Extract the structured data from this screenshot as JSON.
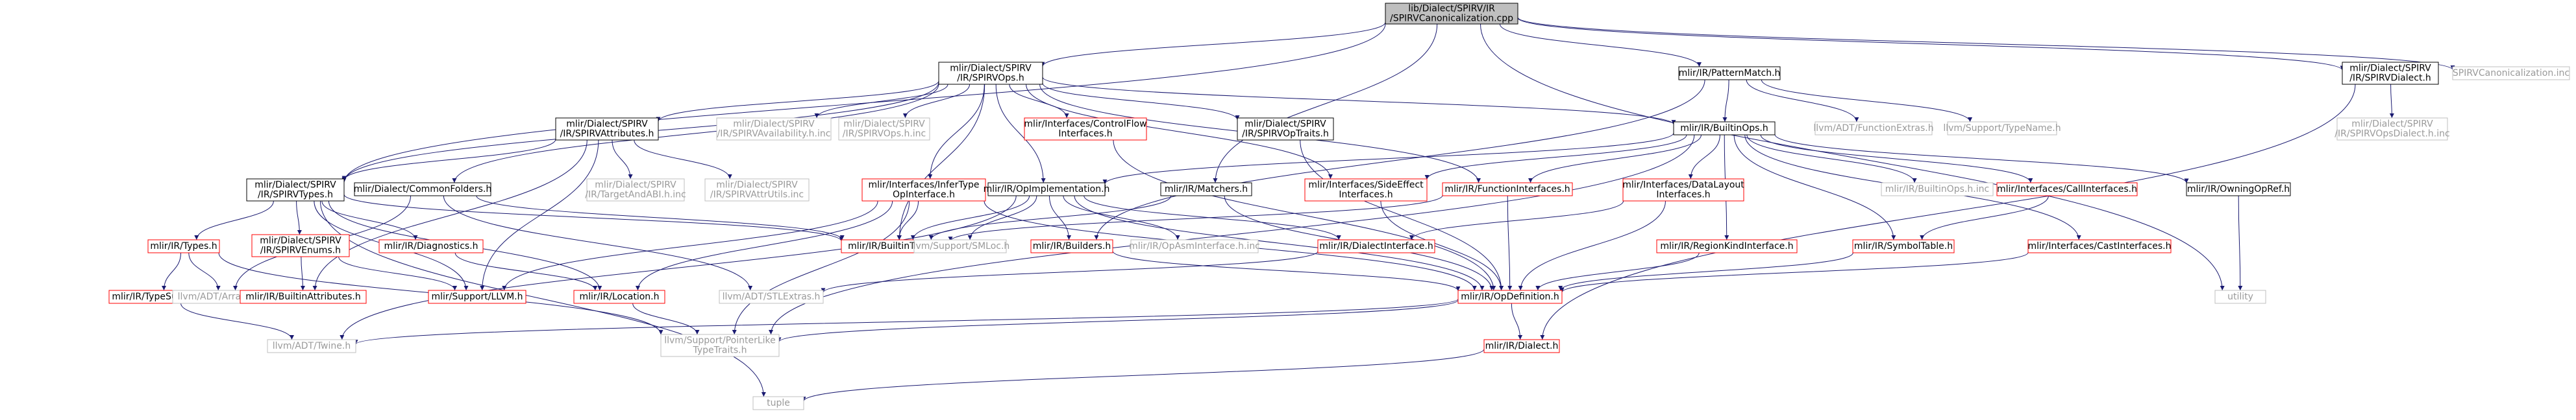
{
  "colors": {
    "edge": "#191970",
    "border_normal": "#000000",
    "border_expanded": "#ff0000",
    "border_external": "#bfbfbf",
    "fill_normal": "#ffffff",
    "fill_root": "#bfbfbf",
    "text_normal": "#000000",
    "text_external": "#9a9a9a"
  },
  "nodes": [
    {
      "id": "root",
      "lines": [
        "lib/Dialect/SPIRV/IR",
        "/SPIRVCanonicalization.cpp"
      ],
      "kind": "root"
    },
    {
      "id": "spirvops",
      "lines": [
        "mlir/Dialect/SPIRV",
        "/IR/SPIRVOps.h"
      ],
      "kind": "normal"
    },
    {
      "id": "patternmatch",
      "lines": [
        "mlir/IR/PatternMatch.h"
      ],
      "kind": "normal"
    },
    {
      "id": "spirvdialect",
      "lines": [
        "mlir/Dialect/SPIRV",
        "/IR/SPIRVDialect.h"
      ],
      "kind": "normal"
    },
    {
      "id": "spirvcanoninc",
      "lines": [
        "SPIRVCanonicalization.inc"
      ],
      "kind": "external"
    },
    {
      "id": "spirvattrs",
      "lines": [
        "mlir/Dialect/SPIRV",
        "/IR/SPIRVAttributes.h"
      ],
      "kind": "normal"
    },
    {
      "id": "spirvavail",
      "lines": [
        "mlir/Dialect/SPIRV",
        "/IR/SPIRVAvailability.h.inc"
      ],
      "kind": "external"
    },
    {
      "id": "spirvopsinc",
      "lines": [
        "mlir/Dialect/SPIRV",
        "/IR/SPIRVOps.h.inc"
      ],
      "kind": "external"
    },
    {
      "id": "ctrlflow",
      "lines": [
        "mlir/Interfaces/ControlFlow",
        "Interfaces.h"
      ],
      "kind": "expanded"
    },
    {
      "id": "spirvoptraits",
      "lines": [
        "mlir/Dialect/SPIRV",
        "/IR/SPIRVOpTraits.h"
      ],
      "kind": "normal"
    },
    {
      "id": "builtinops",
      "lines": [
        "mlir/IR/BuiltinOps.h"
      ],
      "kind": "normal"
    },
    {
      "id": "funcextras",
      "lines": [
        "llvm/ADT/FunctionExtras.h"
      ],
      "kind": "external"
    },
    {
      "id": "typename",
      "lines": [
        "llvm/Support/TypeName.h"
      ],
      "kind": "external"
    },
    {
      "id": "spirvopsdialectinc",
      "lines": [
        "mlir/Dialect/SPIRV",
        "/IR/SPIRVOpsDialect.h.inc"
      ],
      "kind": "external"
    },
    {
      "id": "spirvtypes",
      "lines": [
        "mlir/Dialect/SPIRV",
        "/IR/SPIRVTypes.h"
      ],
      "kind": "normal"
    },
    {
      "id": "commonfolders",
      "lines": [
        "mlir/Dialect/CommonFolders.h"
      ],
      "kind": "normal"
    },
    {
      "id": "targetabi",
      "lines": [
        "mlir/Dialect/SPIRV",
        "/IR/TargetAndABI.h.inc"
      ],
      "kind": "external"
    },
    {
      "id": "spirvattrutils",
      "lines": [
        "mlir/Dialect/SPIRV",
        "/IR/SPIRVAttrUtils.inc"
      ],
      "kind": "external"
    },
    {
      "id": "infertype",
      "lines": [
        "mlir/Interfaces/InferType",
        "OpInterface.h"
      ],
      "kind": "expanded"
    },
    {
      "id": "opimpl",
      "lines": [
        "mlir/IR/OpImplementation.h"
      ],
      "kind": "normal"
    },
    {
      "id": "matchers",
      "lines": [
        "mlir/IR/Matchers.h"
      ],
      "kind": "normal"
    },
    {
      "id": "sideeffect",
      "lines": [
        "mlir/Interfaces/SideEffect",
        "Interfaces.h"
      ],
      "kind": "expanded"
    },
    {
      "id": "funcinterfaces",
      "lines": [
        "mlir/IR/FunctionInterfaces.h"
      ],
      "kind": "expanded"
    },
    {
      "id": "datalayout",
      "lines": [
        "mlir/Interfaces/DataLayout",
        "Interfaces.h"
      ],
      "kind": "expanded"
    },
    {
      "id": "builtinopsinc",
      "lines": [
        "mlir/IR/BuiltinOps.h.inc"
      ],
      "kind": "external"
    },
    {
      "id": "callinterfaces",
      "lines": [
        "mlir/Interfaces/CallInterfaces.h"
      ],
      "kind": "expanded"
    },
    {
      "id": "owningopref",
      "lines": [
        "mlir/IR/OwningOpRef.h"
      ],
      "kind": "normal"
    },
    {
      "id": "types",
      "lines": [
        "mlir/IR/Types.h"
      ],
      "kind": "expanded"
    },
    {
      "id": "spirvenums",
      "lines": [
        "mlir/Dialect/SPIRV",
        "/IR/SPIRVEnums.h"
      ],
      "kind": "expanded"
    },
    {
      "id": "diagnostics",
      "lines": [
        "mlir/IR/Diagnostics.h"
      ],
      "kind": "expanded"
    },
    {
      "id": "builtintypes",
      "lines": [
        "mlir/IR/BuiltinTypes.h"
      ],
      "kind": "expanded"
    },
    {
      "id": "smloc",
      "lines": [
        "llvm/Support/SMLoc.h"
      ],
      "kind": "external"
    },
    {
      "id": "builders",
      "lines": [
        "mlir/IR/Builders.h"
      ],
      "kind": "expanded"
    },
    {
      "id": "opasminc",
      "lines": [
        "mlir/IR/OpAsmInterface.h.inc"
      ],
      "kind": "external"
    },
    {
      "id": "dialectinterface",
      "lines": [
        "mlir/IR/DialectInterface.h"
      ],
      "kind": "expanded"
    },
    {
      "id": "regionkind",
      "lines": [
        "mlir/IR/RegionKindInterface.h"
      ],
      "kind": "expanded"
    },
    {
      "id": "symboltable",
      "lines": [
        "mlir/IR/SymbolTable.h"
      ],
      "kind": "expanded"
    },
    {
      "id": "castinterfaces",
      "lines": [
        "mlir/Interfaces/CastInterfaces.h"
      ],
      "kind": "expanded"
    },
    {
      "id": "utility",
      "lines": [
        "utility"
      ],
      "kind": "external"
    },
    {
      "id": "typesupport",
      "lines": [
        "mlir/IR/TypeSupport.h"
      ],
      "kind": "expanded"
    },
    {
      "id": "arrayref",
      "lines": [
        "llvm/ADT/ArrayRef.h"
      ],
      "kind": "external"
    },
    {
      "id": "builtinattrs",
      "lines": [
        "mlir/IR/BuiltinAttributes.h"
      ],
      "kind": "expanded"
    },
    {
      "id": "supportllvm",
      "lines": [
        "mlir/Support/LLVM.h"
      ],
      "kind": "expanded"
    },
    {
      "id": "location",
      "lines": [
        "mlir/IR/Location.h"
      ],
      "kind": "expanded"
    },
    {
      "id": "stlextras",
      "lines": [
        "llvm/ADT/STLExtras.h"
      ],
      "kind": "external"
    },
    {
      "id": "opdefinition",
      "lines": [
        "mlir/IR/OpDefinition.h"
      ],
      "kind": "expanded"
    },
    {
      "id": "twine",
      "lines": [
        "llvm/ADT/Twine.h"
      ],
      "kind": "external"
    },
    {
      "id": "pointerlike",
      "lines": [
        "llvm/Support/PointerLike",
        "TypeTraits.h"
      ],
      "kind": "external"
    },
    {
      "id": "dialect",
      "lines": [
        "mlir/IR/Dialect.h"
      ],
      "kind": "expanded"
    },
    {
      "id": "tuple",
      "lines": [
        "tuple"
      ],
      "kind": "external"
    }
  ],
  "edges": [
    [
      "root",
      "spirvops"
    ],
    [
      "root",
      "patternmatch"
    ],
    [
      "root",
      "spirvdialect"
    ],
    [
      "root",
      "spirvcanoninc"
    ],
    [
      "root",
      "spirvtypes"
    ],
    [
      "root",
      "matchers"
    ],
    [
      "root",
      "utility"
    ],
    [
      "spirvops",
      "spirvattrs"
    ],
    [
      "spirvops",
      "spirvavail"
    ],
    [
      "spirvops",
      "spirvopsinc"
    ],
    [
      "spirvops",
      "ctrlflow"
    ],
    [
      "spirvops",
      "spirvoptraits"
    ],
    [
      "spirvops",
      "builtinops"
    ],
    [
      "spirvops",
      "spirvtypes"
    ],
    [
      "spirvops",
      "commonfolders"
    ],
    [
      "spirvops",
      "infertype"
    ],
    [
      "spirvops",
      "opimpl"
    ],
    [
      "spirvops",
      "sideeffect"
    ],
    [
      "spirvops",
      "funcinterfaces"
    ],
    [
      "spirvops",
      "builtintypes"
    ],
    [
      "patternmatch",
      "builtinops"
    ],
    [
      "patternmatch",
      "funcextras"
    ],
    [
      "patternmatch",
      "typename"
    ],
    [
      "patternmatch",
      "builders"
    ],
    [
      "spirvdialect",
      "spirvopsdialectinc"
    ],
    [
      "spirvdialect",
      "dialect"
    ],
    [
      "spirvattrs",
      "spirvtypes"
    ],
    [
      "spirvattrs",
      "targetabi"
    ],
    [
      "spirvattrs",
      "spirvattrutils"
    ],
    [
      "spirvattrs",
      "builtinattrs"
    ],
    [
      "spirvattrs",
      "supportllvm"
    ],
    [
      "ctrlflow",
      "opdefinition"
    ],
    [
      "spirvoptraits",
      "opdefinition"
    ],
    [
      "builtinops",
      "opimpl"
    ],
    [
      "builtinops",
      "sideeffect"
    ],
    [
      "builtinops",
      "funcinterfaces"
    ],
    [
      "builtinops",
      "datalayout"
    ],
    [
      "builtinops",
      "builtinopsinc"
    ],
    [
      "builtinops",
      "callinterfaces"
    ],
    [
      "builtinops",
      "owningopref"
    ],
    [
      "builtinops",
      "regionkind"
    ],
    [
      "builtinops",
      "symboltable"
    ],
    [
      "builtinops",
      "castinterfaces"
    ],
    [
      "builtinops",
      "pointerlike"
    ],
    [
      "spirvtypes",
      "types"
    ],
    [
      "spirvtypes",
      "spirvenums"
    ],
    [
      "spirvtypes",
      "diagnostics"
    ],
    [
      "spirvtypes",
      "builtintypes"
    ],
    [
      "spirvtypes",
      "location"
    ],
    [
      "spirvtypes",
      "tuple"
    ],
    [
      "spirvtypes",
      "supportllvm"
    ],
    [
      "commonfolders",
      "builtintypes"
    ],
    [
      "commonfolders",
      "arrayref"
    ],
    [
      "commonfolders",
      "stlextras"
    ],
    [
      "infertype",
      "builtintypes"
    ],
    [
      "infertype",
      "location"
    ],
    [
      "infertype",
      "opdefinition"
    ],
    [
      "infertype",
      "supportllvm"
    ],
    [
      "infertype",
      "pointerlike"
    ],
    [
      "opimpl",
      "builtintypes"
    ],
    [
      "opimpl",
      "smloc"
    ],
    [
      "opimpl",
      "builders"
    ],
    [
      "opimpl",
      "opasminc"
    ],
    [
      "opimpl",
      "dialectinterface"
    ],
    [
      "opimpl",
      "opdefinition"
    ],
    [
      "opimpl",
      "twine"
    ],
    [
      "matchers",
      "builtintypes"
    ],
    [
      "matchers",
      "opdefinition"
    ],
    [
      "sideeffect",
      "opdefinition"
    ],
    [
      "funcinterfaces",
      "builtintypes"
    ],
    [
      "funcinterfaces",
      "opdefinition"
    ],
    [
      "datalayout",
      "dialectinterface"
    ],
    [
      "datalayout",
      "opdefinition"
    ],
    [
      "callinterfaces",
      "symboltable"
    ],
    [
      "owningopref",
      "utility"
    ],
    [
      "types",
      "typesupport"
    ],
    [
      "types",
      "arrayref"
    ],
    [
      "types",
      "pointerlike"
    ],
    [
      "spirvenums",
      "builtinattrs"
    ],
    [
      "spirvenums",
      "supportllvm"
    ],
    [
      "diagnostics",
      "location"
    ],
    [
      "builders",
      "opdefinition"
    ],
    [
      "dialectinterface",
      "stlextras"
    ],
    [
      "regionkind",
      "opdefinition"
    ],
    [
      "symboltable",
      "opdefinition"
    ],
    [
      "castinterfaces",
      "opdefinition"
    ],
    [
      "typesupport",
      "twine"
    ],
    [
      "location",
      "pointerlike"
    ],
    [
      "opdefinition",
      "dialect"
    ],
    [
      "opdefinition",
      "pointerlike"
    ],
    [
      "opdefinition",
      "twine"
    ],
    [
      "dialect",
      "tuple"
    ]
  ]
}
